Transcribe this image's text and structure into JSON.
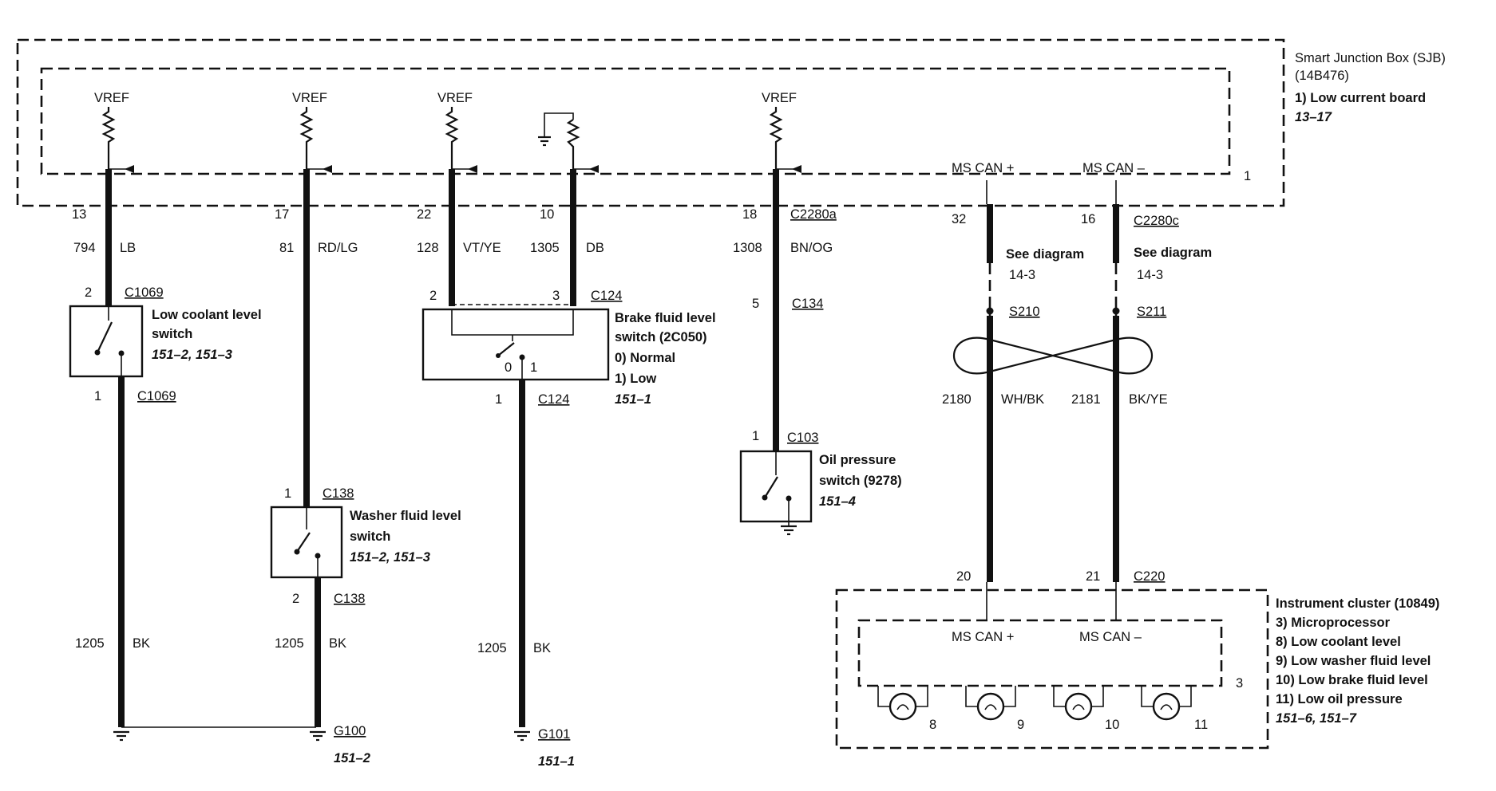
{
  "sjb": {
    "title": "Smart Junction Box (SJB)",
    "part": "(14B476)",
    "item": "1)   Low current board",
    "ref": "13–17",
    "module_no": "1",
    "vref": "VREF",
    "can_plus": "MS CAN +",
    "can_minus": "MS CAN –"
  },
  "circuits": [
    {
      "pin": "13",
      "circuit": "794",
      "color": "LB"
    },
    {
      "pin": "17",
      "circuit": "81",
      "color": "RD/LG"
    },
    {
      "pin": "22",
      "circuit": "128",
      "color": "VT/YE"
    },
    {
      "pin": "10",
      "circuit": "1305",
      "color": "DB"
    },
    {
      "pin": "18",
      "circuit": "1308",
      "color": "BN/OG",
      "connector": "C2280a"
    },
    {
      "pin": "32",
      "circuit": "2180",
      "color": "WH/BK"
    },
    {
      "pin": "16",
      "circuit": "2181",
      "color": "BK/YE",
      "connector": "C2280c"
    }
  ],
  "see_diagram": {
    "label": "See diagram",
    "ref": "14-3",
    "splice_left": "S210",
    "splice_right": "S211"
  },
  "low_coolant": {
    "title1": "Low coolant level",
    "title2": "switch",
    "ref": "151–2, 151–3",
    "pin_top": "2",
    "conn_top": "C1069",
    "pin_bottom": "1",
    "conn_bottom": "C1069",
    "ground_circuit": "1205",
    "ground_color": "BK"
  },
  "washer": {
    "title1": "Washer fluid level",
    "title2": "switch",
    "ref": "151–2, 151–3",
    "pin_top": "1",
    "conn_top": "C138",
    "pin_bottom": "2",
    "conn_bottom": "C138",
    "ground_circuit": "1205",
    "ground_color": "BK",
    "ground": "G100",
    "ground_ref": "151–2"
  },
  "brake": {
    "title1": "Brake fluid level",
    "title2": "switch (2C050)",
    "state0": "0)   Normal",
    "state1": "1)   Low",
    "ref": "151–1",
    "pin_left": "2",
    "pin_right": "3",
    "conn_top": "C124",
    "pos0": "0",
    "pos1": "1",
    "pin_bottom": "1",
    "conn_bottom": "C124",
    "ground_circuit": "1205",
    "ground_color": "BK",
    "ground": "G101",
    "ground_ref": "151–1"
  },
  "oil": {
    "inline_pin": "5",
    "inline_conn": "C134",
    "pin_top": "1",
    "conn_top": "C103",
    "title1": "Oil pressure",
    "title2": "switch (9278)",
    "ref": "151–4"
  },
  "cluster": {
    "title": "Instrument cluster (10849)",
    "items": [
      "3)    Microprocessor",
      "8)    Low coolant level",
      "9)    Low washer fluid level",
      "10) Low brake fluid level",
      "11) Low oil pressure"
    ],
    "ref": "151–6, 151–7",
    "module_no": "3",
    "pin_left": "20",
    "pin_right": "21",
    "connector": "C220",
    "can_plus": "MS CAN +",
    "can_minus": "MS CAN –",
    "lamps": [
      "8",
      "9",
      "10",
      "11"
    ]
  }
}
